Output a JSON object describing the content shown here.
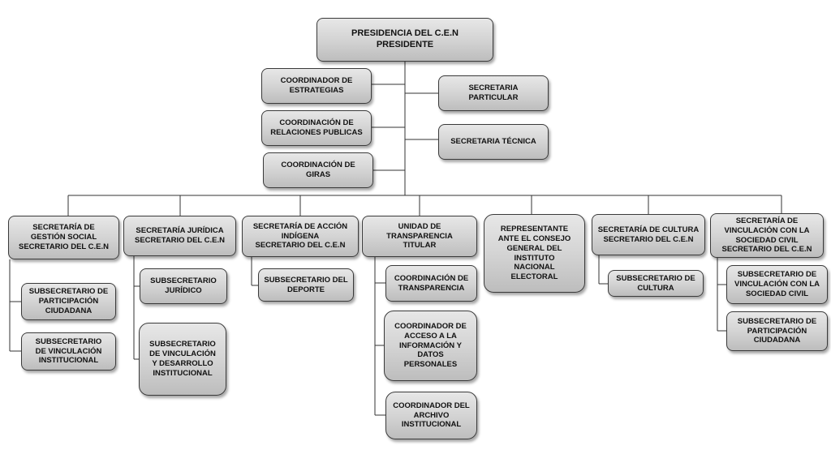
{
  "root": {
    "line1": "PRESIDENCIA DEL C.E.N",
    "line2": "PRESIDENTE"
  },
  "left_staff": [
    {
      "lines": [
        "COORDINADOR DE",
        "ESTRATEGIAS"
      ]
    },
    {
      "lines": [
        "COORDINACIÓN DE",
        "RELACIONES PUBLICAS"
      ]
    },
    {
      "lines": [
        "COORDINACIÓN DE",
        "GIRAS"
      ]
    }
  ],
  "right_staff": [
    {
      "lines": [
        "SECRETARIA",
        "PARTICULAR"
      ]
    },
    {
      "lines": [
        "SECRETARIA TÉCNICA"
      ]
    }
  ],
  "departments": [
    {
      "lines": [
        "SECRETARÍA DE",
        "GESTIÓN SOCIAL",
        "SECRETARIO DEL C.E.N"
      ],
      "children": [
        {
          "lines": [
            "SUBSECRETARIO DE",
            "PARTICIPACIÓN",
            "CIUDADANA"
          ]
        },
        {
          "lines": [
            "SUBSECRETARIO",
            "DE VINCULACIÓN",
            "INSTITUCIONAL"
          ]
        }
      ]
    },
    {
      "lines": [
        "SECRETARÍA JURÍDICA",
        "SECRETARIO DEL C.E.N"
      ],
      "children": [
        {
          "lines": [
            "SUBSECRETARIO",
            "JURÍDICO"
          ]
        },
        {
          "lines": [
            "SUBSECRETARIO",
            "DE VINCULACIÓN",
            "Y DESARROLLO",
            "INSTITUCIONAL"
          ]
        }
      ]
    },
    {
      "lines": [
        "SECRETARÍA DE ACCIÓN",
        "INDÍGENA",
        "SECRETARIO DEL C.E.N"
      ],
      "children": [
        {
          "lines": [
            "SUBSECRETARIO DEL",
            "DEPORTE"
          ]
        }
      ]
    },
    {
      "lines": [
        "UNIDAD DE",
        "TRANSPARENCIA",
        "TITULAR"
      ],
      "children": [
        {
          "lines": [
            "COORDINACIÓN DE",
            "TRANSPARENCIA"
          ]
        },
        {
          "lines": [
            "COORDINADOR DE",
            "ACCESO A LA",
            "INFORMACIÓN Y",
            "DATOS",
            "PERSONALES"
          ]
        },
        {
          "lines": [
            "COORDINADOR DEL",
            "ARCHIVO",
            "INSTITUCIONAL"
          ]
        }
      ]
    },
    {
      "lines": [
        "REPRESENTANTE",
        "ANTE EL CONSEJO",
        "GENERAL DEL",
        "INSTITUTO",
        "NACIONAL",
        "ELECTORAL"
      ],
      "children": []
    },
    {
      "lines": [
        "SECRETARÍA DE CULTURA",
        "SECRETARIO DEL C.E.N"
      ],
      "children": [
        {
          "lines": [
            "SUBSECRETARIO DE",
            "CULTURA"
          ]
        }
      ]
    },
    {
      "lines": [
        "SECRETARÍA DE",
        "VINCULACIÓN CON LA",
        "SOCIEDAD CIVIL",
        "SECRETARIO DEL C.E.N"
      ],
      "children": [
        {
          "lines": [
            "SUBSECRETARIO DE",
            "VINCULACIÓN CON LA",
            "SOCIEDAD CIVIL"
          ]
        },
        {
          "lines": [
            "SUBSECRETARIO DE",
            "PARTICIPACIÓN",
            "CIUDADANA"
          ]
        }
      ]
    }
  ]
}
